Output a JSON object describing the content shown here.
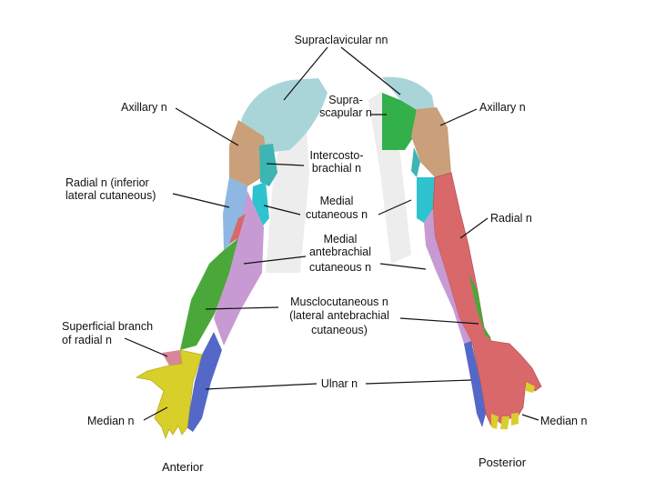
{
  "labels": {
    "supraclavicular": "Supraclavicular nn",
    "axillary_left": "Axillary n",
    "axillary_right": "Axillary n",
    "suprascapular_1": "Supra-",
    "suprascapular_2": "scapular n",
    "intercosto_1": "Intercosto-",
    "intercosto_2": "brachial n",
    "radial_inferior_1": "Radial n (inferior",
    "radial_inferior_2": "lateral cutaneous)",
    "medial_cutaneous_1": "Medial",
    "medial_cutaneous_2": "cutaneous n",
    "radial_right": "Radial n",
    "medial_antebrachial_1": "Medial",
    "medial_antebrachial_2": "antebrachial",
    "medial_antebrachial_3": "cutaneous n",
    "musculocutaneous_1": "Musclocutaneous n",
    "musculocutaneous_2": "(lateral antebrachial",
    "musculocutaneous_3": "cutaneous)",
    "superficial_radial_1": "Superficial branch",
    "superficial_radial_2": "of radial n",
    "ulnar": "Ulnar n",
    "median_left": "Median n",
    "median_right": "Median n",
    "anterior": "Anterior",
    "posterior": "Posterior"
  },
  "colors": {
    "supraclavicular": "#a9d5d9",
    "axillary": "#c9a07a",
    "suprascapular": "#33b04a",
    "intercostobrachial": "#3cb5b3",
    "radial_inferior_lateral": "#8fb7e3",
    "medial_cutaneous": "#2fc3cf",
    "radial": "#d9686b",
    "medial_antebrachial": "#c89ad3",
    "musculocutaneous": "#4aa83a",
    "superficial_radial": "#d7879a",
    "ulnar": "#5468c8",
    "median": "#d9cf2a",
    "skin_shade": "#e3e3e3"
  }
}
